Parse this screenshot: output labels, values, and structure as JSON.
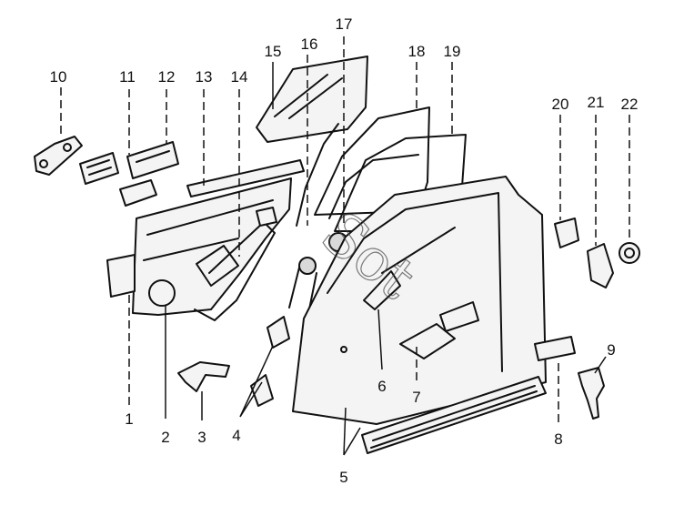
{
  "callouts": [
    "1",
    "2",
    "3",
    "4",
    "5",
    "6",
    "7",
    "8",
    "9",
    "10",
    "11",
    "12",
    "13",
    "14",
    "15",
    "16",
    "17",
    "18",
    "19",
    "20",
    "21",
    "22"
  ],
  "watermark": "Sot",
  "colors": {
    "ink": "#111111",
    "background": "#ffffff",
    "shading": "#d9d9d9"
  }
}
